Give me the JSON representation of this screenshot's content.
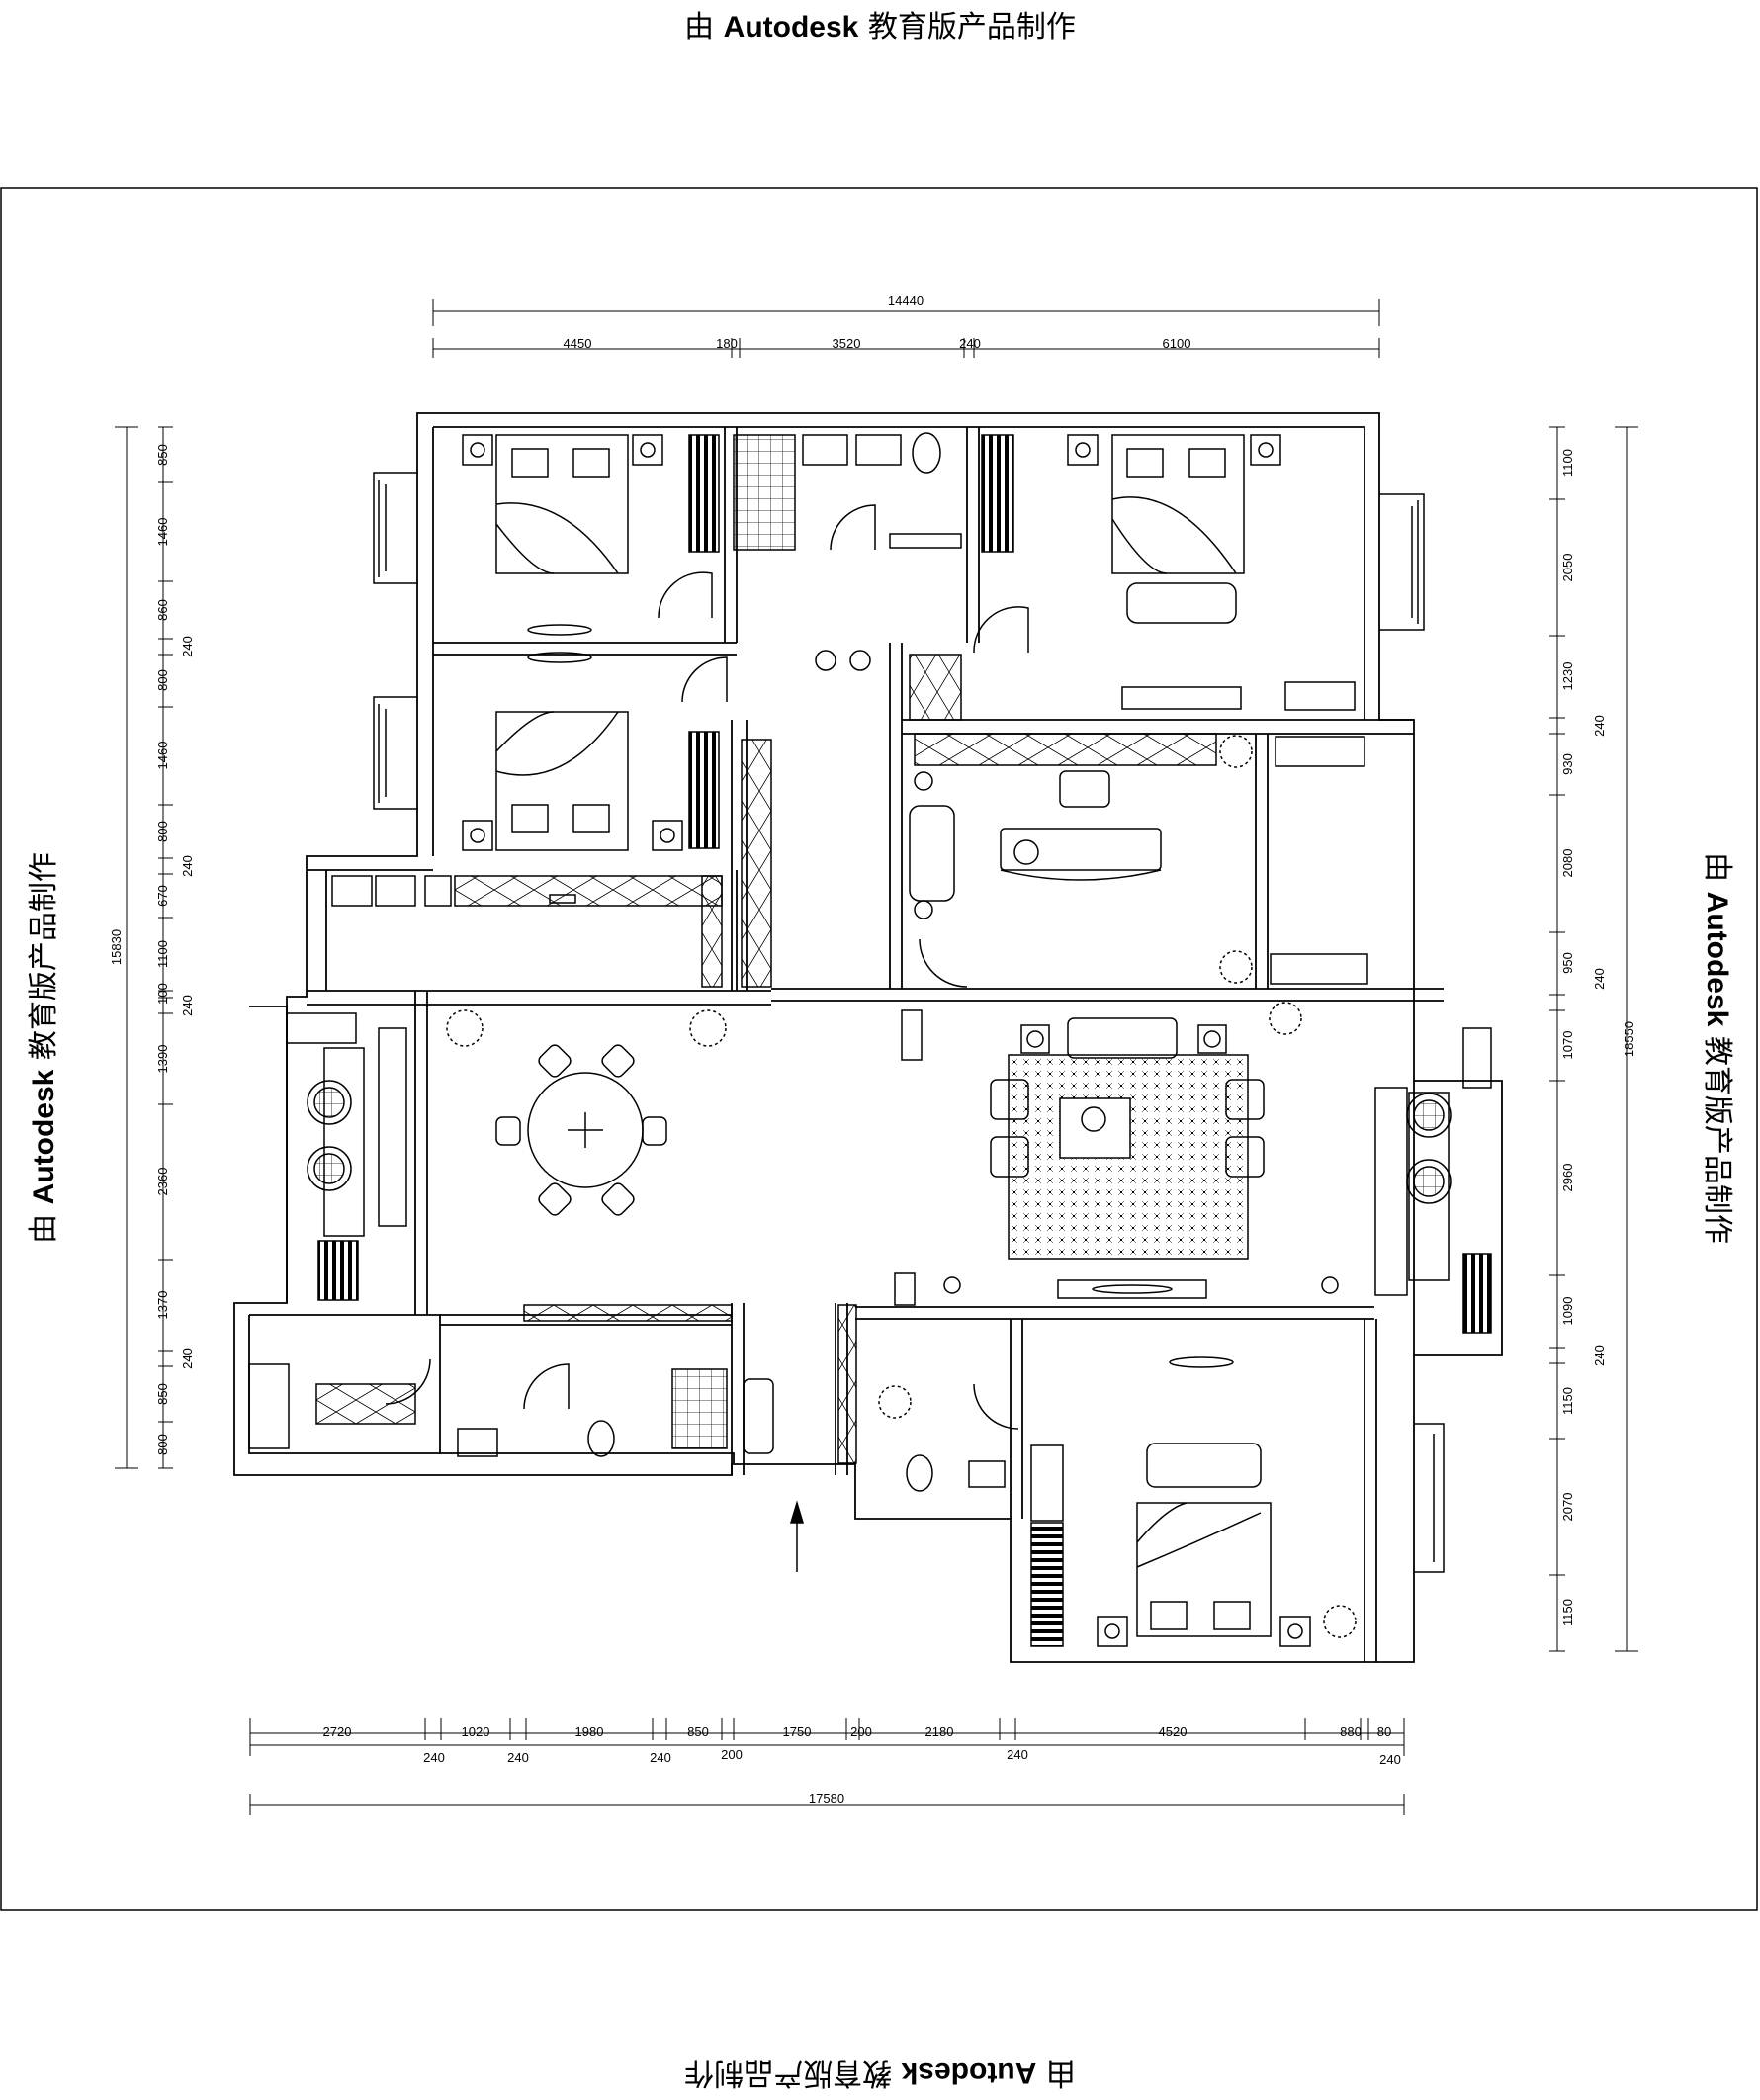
{
  "watermark": {
    "prefix": "由",
    "brand": "Autodesk",
    "suffix": "教育版产品制作"
  },
  "top_dimensions": {
    "overall": "14440",
    "segments": [
      "4450",
      "180",
      "3520",
      "240",
      "6100"
    ]
  },
  "bottom_dimensions": {
    "overall": "17580",
    "segments": [
      "2720",
      "1020",
      "1980",
      "850",
      "1750",
      "200",
      "2180",
      "4520",
      "880",
      "80"
    ],
    "wall_labels": [
      "240",
      "240",
      "240",
      "200",
      "240",
      "240"
    ]
  },
  "left_dimensions": {
    "overall": "15830",
    "segments": [
      "850",
      "1460",
      "860",
      "240",
      "800",
      "1460",
      "800",
      "240",
      "670",
      "1100",
      "100",
      "240",
      "1390",
      "2360",
      "1370",
      "240",
      "850",
      "800"
    ]
  },
  "right_dimensions": {
    "overall": "18550",
    "segments": [
      "1100",
      "2050",
      "1230",
      "240",
      "930",
      "2080",
      "950",
      "240",
      "1070",
      "2960",
      "1090",
      "240",
      "1150",
      "2070",
      "1150"
    ]
  },
  "colors": {
    "line": "#000000",
    "background": "#ffffff"
  }
}
